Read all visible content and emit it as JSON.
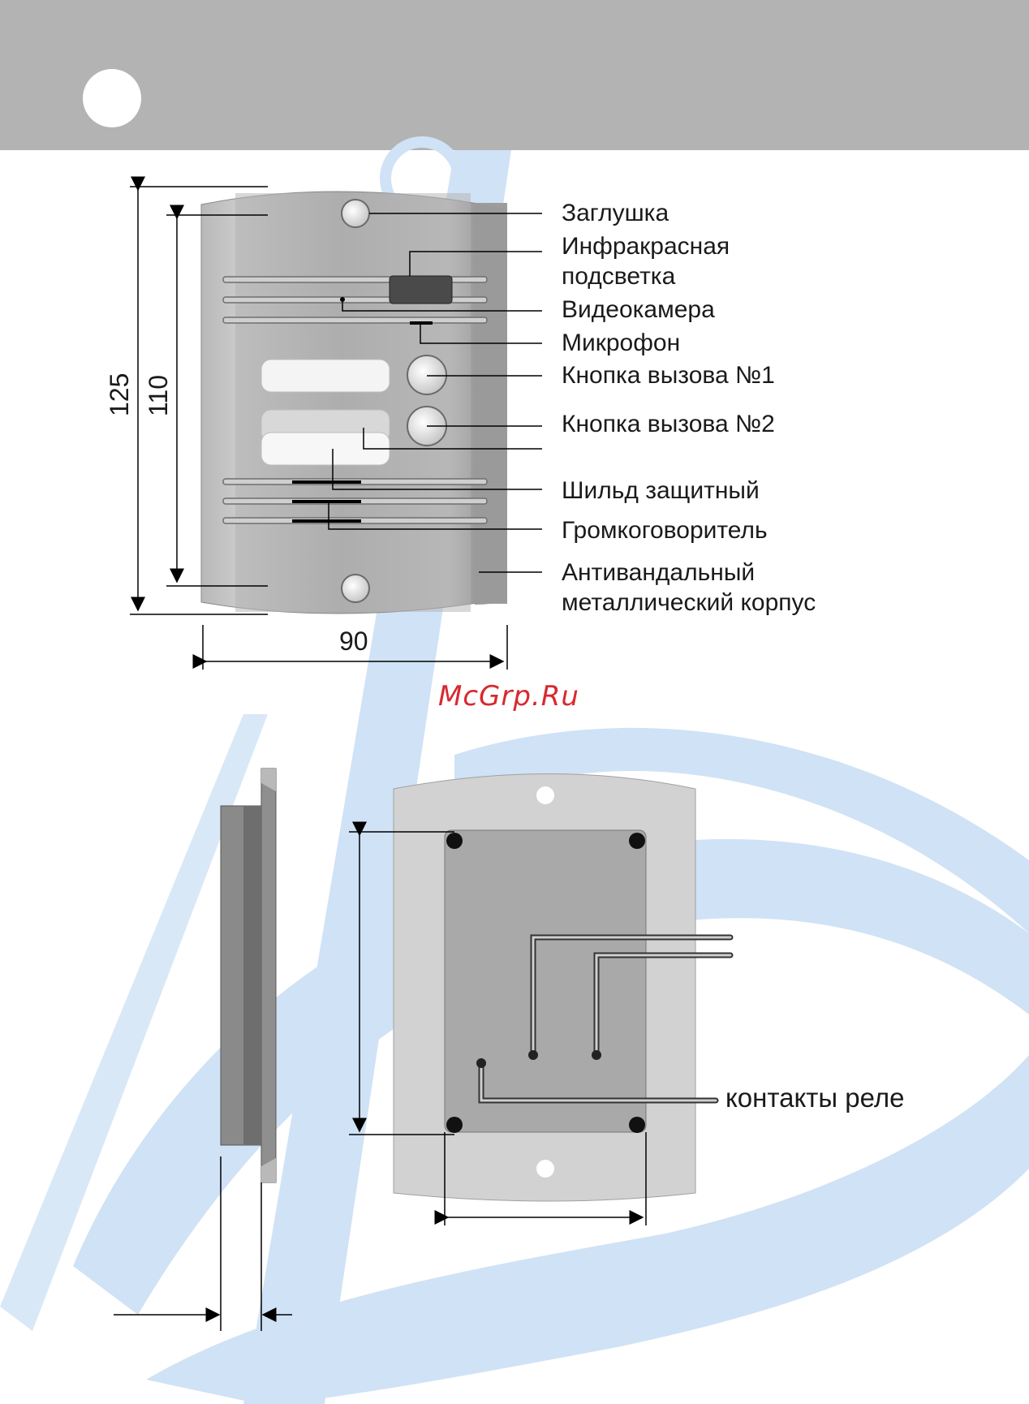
{
  "colors": {
    "header": "#b3b3b3",
    "logo": "#d0e2f5",
    "panel": "#a8a8a8",
    "watermark": "#d8292f"
  },
  "front": {
    "labels": {
      "plug": "Заглушка",
      "ir_1": "Инфракрасная",
      "ir_2": "подсветка",
      "camera": "Видеокамера",
      "mic": "Микрофон",
      "btn1": "Кнопка вызова  №1",
      "btn2": "Кнопка вызова  №2",
      "shield": "Шильд защитный",
      "speaker": "Громкоговоритель",
      "case_1": "Антивандальный",
      "case_2": "металлический корпус"
    },
    "dims": {
      "height_outer": "125",
      "height_inner": "110",
      "width": "90"
    }
  },
  "back": {
    "relay_label": "контакты реле"
  },
  "watermark": "McGrp.Ru"
}
